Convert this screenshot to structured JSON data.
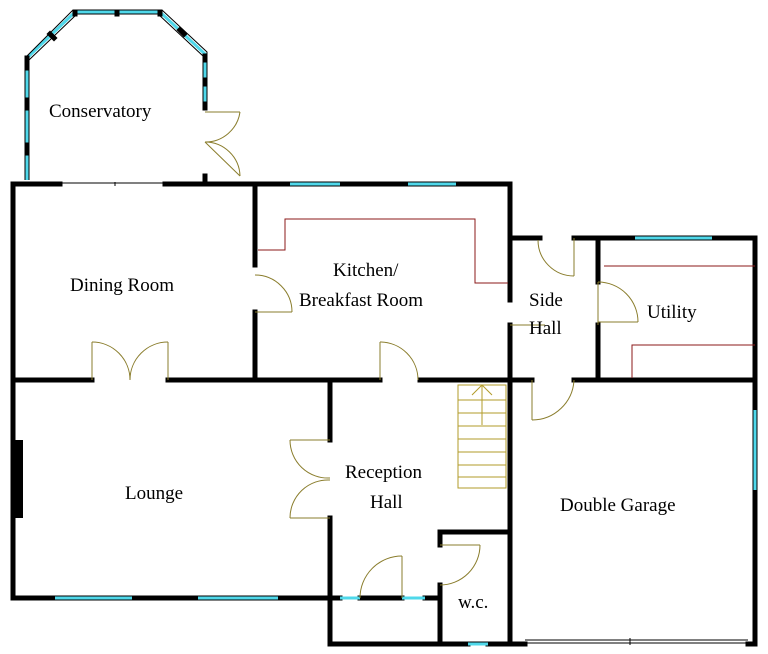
{
  "rooms": {
    "conservatory": "Conservatory",
    "dining_room": "Dining Room",
    "kitchen_line1": "Kitchen/",
    "kitchen_line2": "Breakfast Room",
    "side_hall_line1": "Side",
    "side_hall_line2": "Hall",
    "utility": "Utility",
    "lounge": "Lounge",
    "reception_line1": "Reception",
    "reception_line2": "Hall",
    "double_garage": "Double Garage",
    "wc": "w.c."
  },
  "colors": {
    "wall": "#000000",
    "window": "#4fd8ea",
    "door": "#8a7d2c",
    "fitted_units": "#8b1a1a",
    "stairs": "#b29b2a",
    "background": "#ffffff"
  }
}
